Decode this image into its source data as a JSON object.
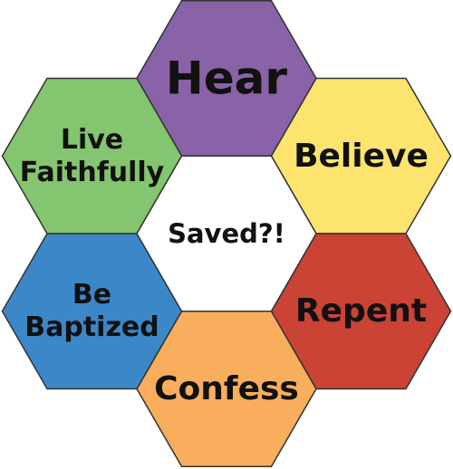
{
  "center": {
    "label": "Saved?!"
  },
  "steps": [
    {
      "id": "hear",
      "label_lines": [
        "Hear"
      ],
      "color": "#8962A8"
    },
    {
      "id": "believe",
      "label_lines": [
        "Believe"
      ],
      "color": "#FCE46F"
    },
    {
      "id": "repent",
      "label_lines": [
        "Repent"
      ],
      "color": "#CB4335"
    },
    {
      "id": "confess",
      "label_lines": [
        "Confess"
      ],
      "color": "#F8AE5D"
    },
    {
      "id": "be-baptized",
      "label_lines": [
        "Be",
        "Baptized"
      ],
      "color": "#3C87C8"
    },
    {
      "id": "live-faithfully",
      "label_lines": [
        "Live",
        "Faithfully"
      ],
      "color": "#84C56F"
    }
  ]
}
